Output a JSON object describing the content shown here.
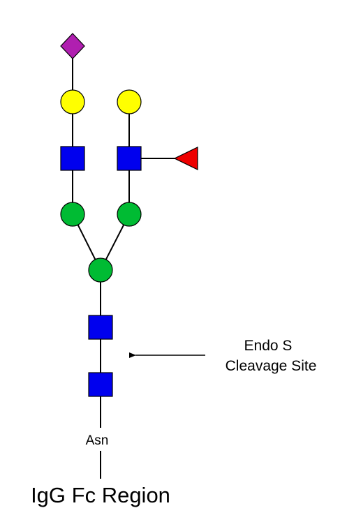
{
  "glycan": {
    "colors": {
      "sialic_acid": "#b01fb0",
      "galactose": "#ffff00",
      "glcnac": "#0000ee",
      "mannose": "#00bb33",
      "fucose": "#ee0000"
    },
    "residues": [
      {
        "id": "sia",
        "shape": "diamond",
        "kind": "sialic_acid"
      },
      {
        "id": "gal-left",
        "shape": "circle",
        "kind": "galactose"
      },
      {
        "id": "gal-right",
        "shape": "circle",
        "kind": "galactose"
      },
      {
        "id": "glcnac-left",
        "shape": "square",
        "kind": "glcnac"
      },
      {
        "id": "glcnac-right",
        "shape": "square",
        "kind": "glcnac"
      },
      {
        "id": "fucose",
        "shape": "triangle",
        "kind": "fucose"
      },
      {
        "id": "man-left",
        "shape": "circle",
        "kind": "mannose"
      },
      {
        "id": "man-right",
        "shape": "circle",
        "kind": "mannose"
      },
      {
        "id": "man-core",
        "shape": "circle",
        "kind": "mannose"
      },
      {
        "id": "glcnac-core-upper",
        "shape": "square",
        "kind": "glcnac"
      },
      {
        "id": "glcnac-core-lower",
        "shape": "square",
        "kind": "glcnac"
      }
    ]
  },
  "labels": {
    "cleavage_line1": "Endo S",
    "cleavage_line2": "Cleavage Site",
    "anchor": "Asn",
    "region": "IgG Fc Region"
  }
}
